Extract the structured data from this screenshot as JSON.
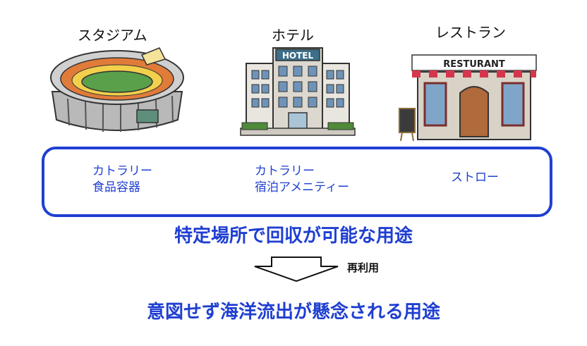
{
  "venues": [
    {
      "label": "スタジアム",
      "icon": "stadium-icon"
    },
    {
      "label": "ホテル",
      "icon": "hotel-icon",
      "sign": "HOTEL"
    },
    {
      "label": "レストラン",
      "icon": "restaurant-icon",
      "sign": "RESTURANT"
    }
  ],
  "uses": {
    "stadium": [
      "カトラリー",
      "食品容器"
    ],
    "hotel": [
      "カトラリー",
      "宿泊アメニティー"
    ],
    "restaurant": [
      "ストロー"
    ]
  },
  "headline_top": "特定場所で回収が可能な用途",
  "arrow_label": "再利用",
  "headline_bottom": "意図せず海洋流出が懸念される用途",
  "colors": {
    "accent": "#1f3fd1"
  }
}
